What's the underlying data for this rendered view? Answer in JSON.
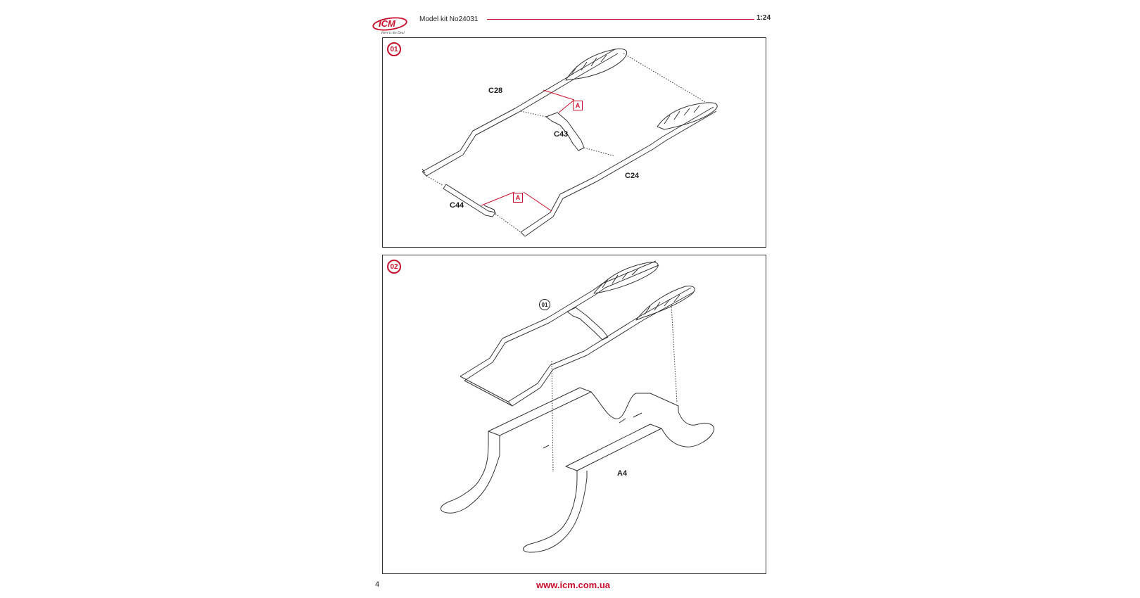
{
  "header": {
    "brand": "ICM",
    "tagline": "Here is the Deal",
    "kit_label": "Model kit No24031",
    "scale": "1:24"
  },
  "steps": [
    {
      "number": "01",
      "parts": [
        "C28",
        "C43",
        "C24",
        "C44"
      ],
      "callouts": [
        "A",
        "A"
      ]
    },
    {
      "number": "02",
      "reference_step": "01",
      "parts": [
        "A4"
      ]
    }
  ],
  "footer": {
    "page_number": "4",
    "website": "www.icm.com.ua"
  },
  "colors": {
    "accent": "#c8102e",
    "line": "#333333"
  }
}
